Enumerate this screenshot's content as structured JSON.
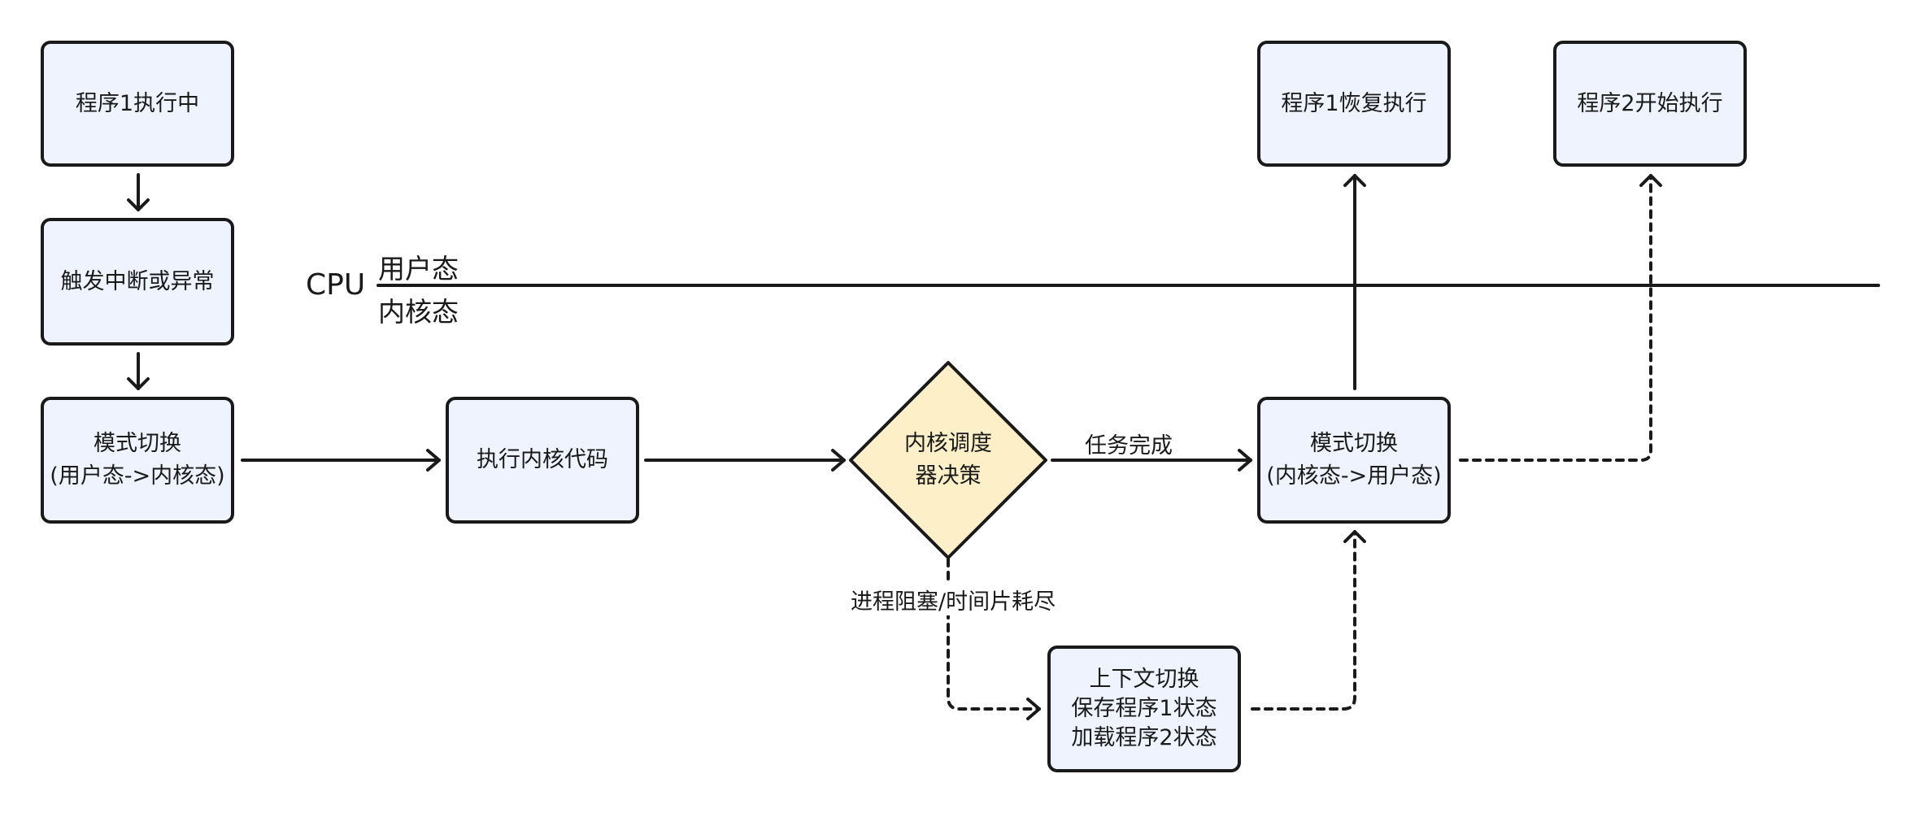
{
  "nodes": {
    "p1_running": "程序1执行中",
    "interrupt": "触发中断或异常",
    "mode_switch_in": [
      "模式切换",
      "(用户态->内核态)"
    ],
    "exec_kernel": "执行内核代码",
    "scheduler": [
      "内核调度",
      "器决策"
    ],
    "mode_switch_out": [
      "模式切换",
      "(内核态->用户态)"
    ],
    "p1_resume": "程序1恢复执行",
    "p2_start": "程序2开始执行",
    "context_switch": [
      "上下文切换",
      "保存程序1状态",
      "加载程序2状态"
    ]
  },
  "labels": {
    "cpu": "CPU",
    "user_mode": "用户态",
    "kernel_mode": "内核态",
    "task_done": "任务完成",
    "blocked": "进程阻塞/时间片耗尽"
  },
  "colors": {
    "box_fill": "#eef3fd",
    "diamond_fill": "#fdf0c8",
    "stroke": "#1a1a1a"
  }
}
